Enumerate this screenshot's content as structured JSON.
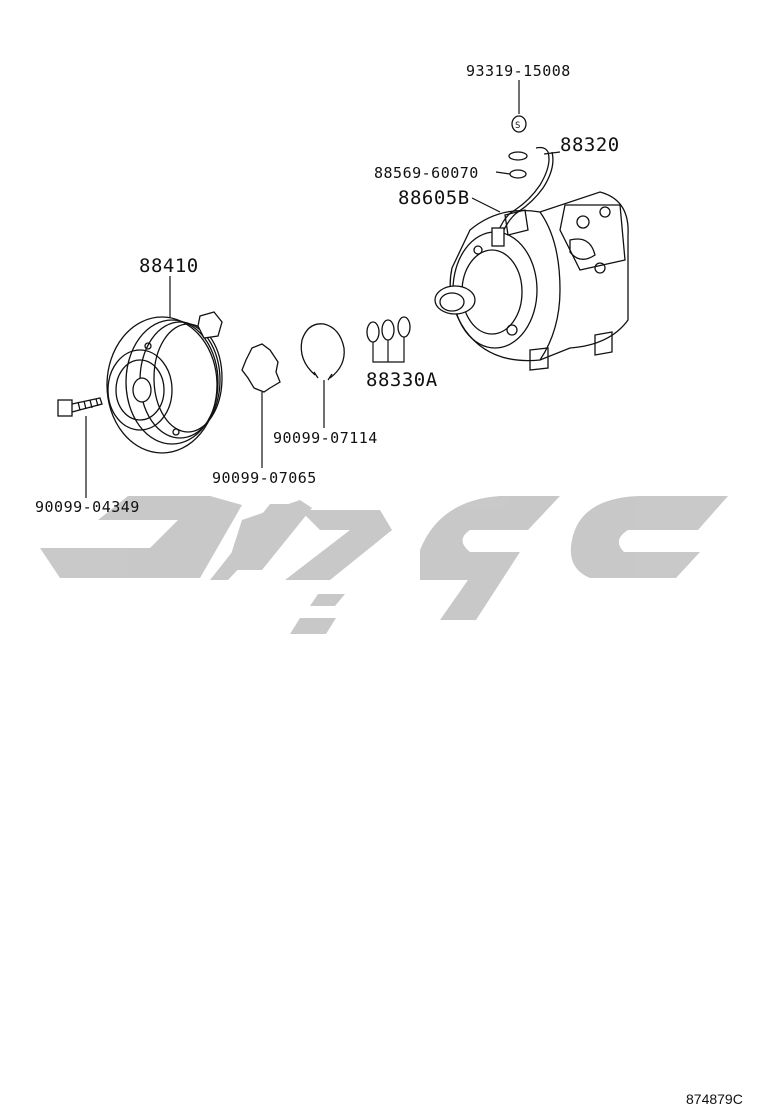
{
  "parts": {
    "p93319": "93319-15008",
    "p88320": "88320",
    "p88569": "88569-60070",
    "p88605": "88605B",
    "p88410": "88410",
    "p88330": "88330A",
    "p90099_07114": "90099-07114",
    "p90099_07065": "90099-07065",
    "p90099_04349": "90099-04349"
  },
  "illustration_id": "874879C",
  "watermark": {
    "color": "#bfbfbf"
  }
}
